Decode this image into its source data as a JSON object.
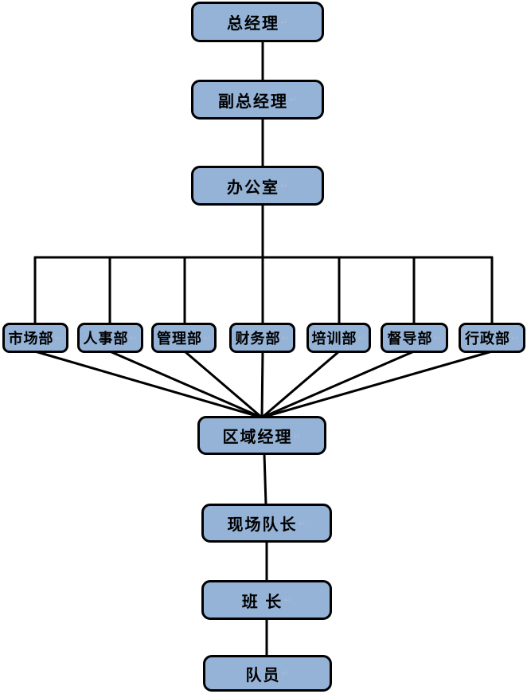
{
  "diagram": {
    "type": "org-chart",
    "box_fill_color": "#95B3D7",
    "box_border_color": "#000000",
    "connector_color": "#000000",
    "text_color": "#000000",
    "paragraph_mark": "↵",
    "nodes": [
      {
        "id": "general-manager",
        "label": "总经理",
        "level": 1
      },
      {
        "id": "deputy-general-manager",
        "label": "副总经理",
        "level": 2
      },
      {
        "id": "office",
        "label": "办公室",
        "level": 3
      },
      {
        "id": "marketing-dept",
        "label": "市场部",
        "level": 4
      },
      {
        "id": "hr-dept",
        "label": "人事部",
        "level": 4
      },
      {
        "id": "management-dept",
        "label": "管理部",
        "level": 4
      },
      {
        "id": "finance-dept",
        "label": "财务部",
        "level": 4
      },
      {
        "id": "training-dept",
        "label": "培训部",
        "level": 4
      },
      {
        "id": "supervision-dept",
        "label": "督导部",
        "level": 4
      },
      {
        "id": "admin-dept",
        "label": "行政部",
        "level": 4
      },
      {
        "id": "regional-manager",
        "label": "区域经理",
        "level": 5
      },
      {
        "id": "site-team-leader",
        "label": "现场队长",
        "level": 6
      },
      {
        "id": "squad-leader",
        "label": "班 长",
        "level": 7
      },
      {
        "id": "team-member",
        "label": "队员",
        "level": 8
      }
    ]
  }
}
